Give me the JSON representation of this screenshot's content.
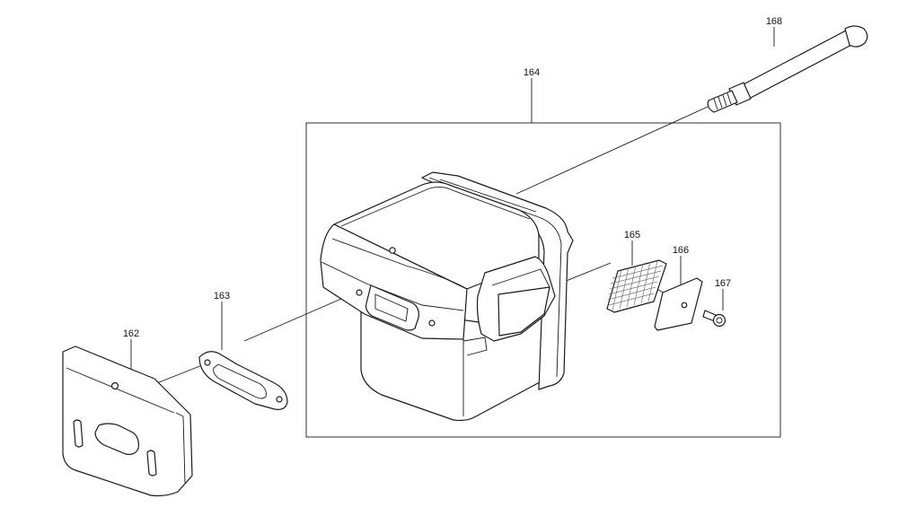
{
  "diagram": {
    "parts": [
      {
        "id": "162",
        "label": "162",
        "name": "muffler-heat-shield"
      },
      {
        "id": "163",
        "label": "163",
        "name": "muffler-gasket"
      },
      {
        "id": "164",
        "label": "164",
        "name": "muffler-assembly"
      },
      {
        "id": "165",
        "label": "165",
        "name": "spark-arrestor-screen"
      },
      {
        "id": "166",
        "label": "166",
        "name": "screen-cover-plate"
      },
      {
        "id": "167",
        "label": "167",
        "name": "cover-screw"
      },
      {
        "id": "168",
        "label": "168",
        "name": "muffler-bolt"
      }
    ],
    "colors": {
      "line": "#1a1a1a",
      "background": "#ffffff",
      "screen_mesh": "#777777"
    }
  }
}
